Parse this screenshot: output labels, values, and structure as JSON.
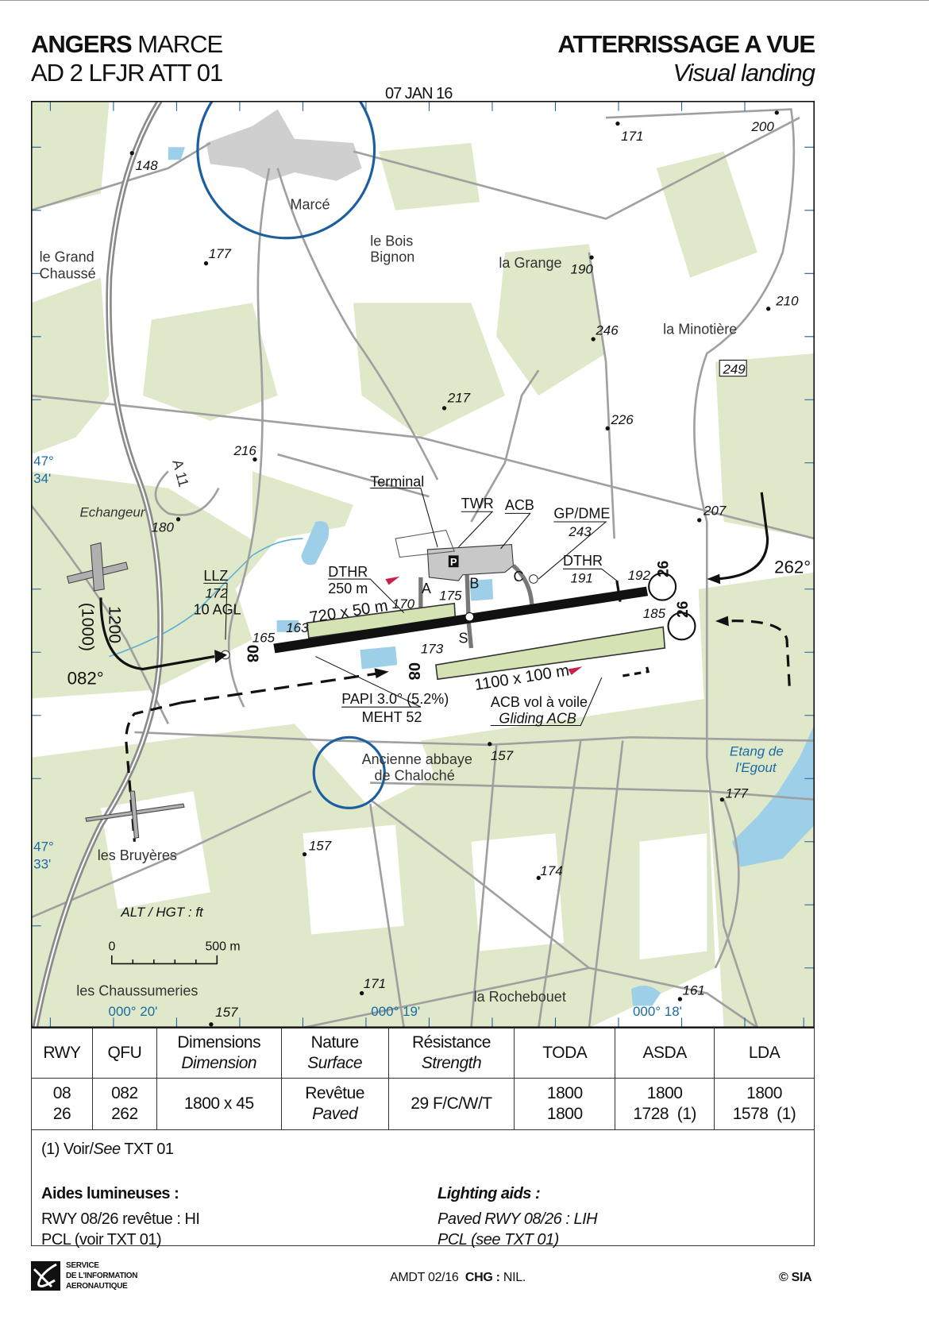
{
  "header": {
    "airport_bold": "ANGERS",
    "airport_rest": " MARCE",
    "chart_id": "AD 2 LFJR ATT 01",
    "date": "07 JAN 16",
    "title": "ATTERRISSAGE A VUE",
    "subtitle": "Visual landing"
  },
  "map": {
    "labels": [
      "148",
      "Marcé",
      "le Bois",
      "Bignon",
      "la Grange",
      "190",
      "171",
      "200",
      "le Grand",
      "Chaussé",
      "177",
      "210",
      "246",
      "la Minotière",
      "249",
      "217",
      "226",
      "216",
      "A 11",
      "Echangeur",
      "180",
      "Terminal",
      "TWR",
      "ACB",
      "GP/DME",
      "243",
      "207",
      "262°",
      "DTHR",
      "191",
      "192",
      "LLZ",
      "172",
      "10 AGL",
      "DTHR",
      "250 m",
      "720 x 50 m",
      "170",
      "175",
      "A",
      "B",
      "C",
      "185",
      "165",
      "163",
      "173",
      "S",
      "08",
      "08",
      "26",
      "26",
      "1200",
      "(1000)",
      "082°",
      "1100 x 100 m",
      "PAPI 3.0° (5.2%)",
      "MEHT 52",
      "ACB vol à voile",
      "Gliding ACB",
      "157",
      "Ancienne abbaye",
      "de Chaloché",
      "Etang de",
      "l'Egout",
      "177",
      "les Bruyères",
      "157",
      "174",
      "ALT / HGT : ft",
      "0",
      "500 m",
      "les Chaussumeries",
      "171",
      "la Rochebouet",
      "161",
      "157",
      "P"
    ],
    "coords": {
      "lat1_deg": "47°",
      "lat1_min": "34'",
      "lat2_deg": "47°",
      "lat2_min": "33'",
      "lon1": "000° 20'",
      "lon2": "000° 19'",
      "lon3": "000° 18'"
    },
    "colors": {
      "green": "#dfe9c9",
      "water": "#9dcfe9",
      "circle": "#1d5f9e",
      "road": "#9a9a9a"
    }
  },
  "table": {
    "headers": [
      {
        "fr": "RWY"
      },
      {
        "fr": "QFU"
      },
      {
        "fr": "Dimensions",
        "en": "Dimension"
      },
      {
        "fr": "Nature",
        "en": "Surface"
      },
      {
        "fr": "Résistance",
        "en": "Strength"
      },
      {
        "fr": "TODA"
      },
      {
        "fr": "ASDA"
      },
      {
        "fr": "LDA"
      }
    ],
    "row": {
      "rwy": [
        "08",
        "26"
      ],
      "qfu": [
        "082",
        "262"
      ],
      "dimension": "1800 x 45",
      "nature_fr": "Revêtue",
      "nature_en": "Paved",
      "strength": "29 F/C/W/T",
      "toda": [
        "1800",
        "1800"
      ],
      "asda": [
        "1800",
        "1728  (1)"
      ],
      "lda": [
        "1800",
        "1578  (1)"
      ]
    }
  },
  "notes": {
    "note1_a": "(1) Voir/",
    "note1_b": "See",
    "note1_c": " TXT 01",
    "fr_title": "Aides lumineuses :",
    "fr_line1": "RWY 08/26 revêtue : HI",
    "fr_line2": "PCL (voir TXT 01)",
    "en_title": "Lighting aids :",
    "en_line1": "Paved RWY 08/26 : LIH",
    "en_line2": "PCL (see TXT 01)"
  },
  "footer": {
    "logo_line1": "Service",
    "logo_line2": "de l'information",
    "logo_line3": "aeronautique",
    "amdt": "AMDT 02/16",
    "chg_label": "CHG :",
    "chg_value": " NIL.",
    "copyright": "© SIA"
  }
}
